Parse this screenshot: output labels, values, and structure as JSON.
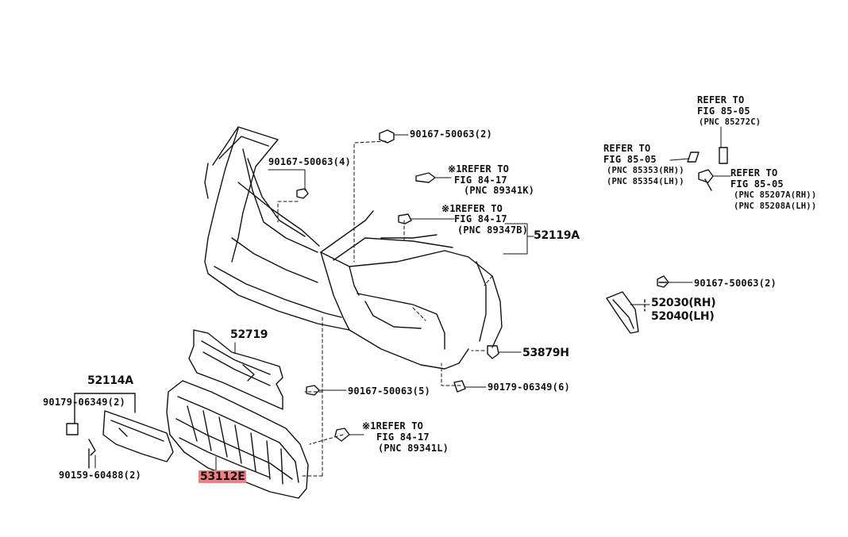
{
  "parts": {
    "p52119A": "52119A",
    "p52719": "52719",
    "p52114A": "52114A",
    "p53112E": "53112E",
    "p53879H": "53879H",
    "p52030": "52030(RH)",
    "p52040": "52040(LH)",
    "bolt_top": "90167-50063(2)",
    "bolt_left": "90167-50063(4)",
    "bolt_center": "90167-50063(5)",
    "bolt_right": "90167-50063(2)",
    "clip_right": "90179-06349(6)",
    "clip_left": "90179-06349(2)",
    "screw_left": "90159-60488(2)"
  },
  "refs": {
    "r1": {
      "l1": "※1REFER TO",
      "l2": "FIG 84-17",
      "l3": "(PNC 89341K)"
    },
    "r2": {
      "l1": "※1REFER TO",
      "l2": "FIG 84-17",
      "l3": "(PNC 89347B)"
    },
    "r3": {
      "l1": "※1REFER TO",
      "l2": "FIG 84-17",
      "l3": "(PNC 89341L)"
    },
    "r4": {
      "l1": "REFER TO",
      "l2": "FIG 85-05",
      "l3": "(PNC 85272C)"
    },
    "r5": {
      "l1": "REFER TO",
      "l2": "FIG 85-05",
      "l3": "(PNC 85353(RH))",
      "l4": "(PNC 85354(LH))"
    },
    "r6": {
      "l1": "REFER TO",
      "l2": "FIG 85-05",
      "l3": "(PNC 85207A(RH))",
      "l4": "(PNC 85208A(LH))"
    }
  },
  "colors": {
    "highlight": "#f07f7f",
    "ink": "#111111"
  }
}
